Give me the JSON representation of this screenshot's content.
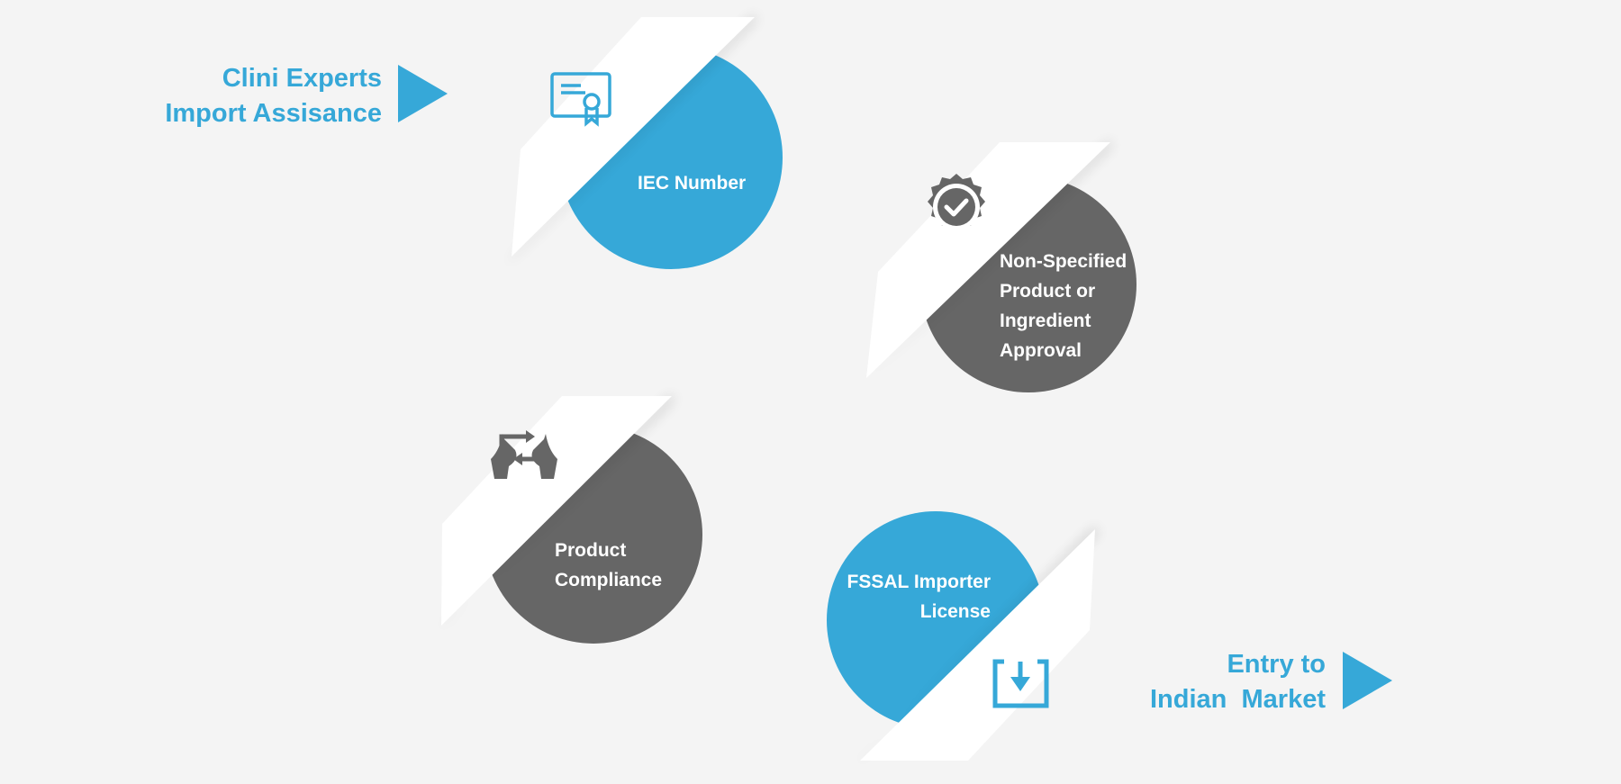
{
  "start_label": [
    "Clini Experts",
    "Import Assisance"
  ],
  "end_label": [
    "Entry to",
    "Indian  Market"
  ],
  "colors": {
    "blue": "#36a8d8",
    "gray": "#666666",
    "paper": "#ffffff",
    "background": "#f4f4f4"
  },
  "steps": [
    {
      "lines": [
        "IEC Number"
      ],
      "color": "blue",
      "icon": "certificate-icon"
    },
    {
      "lines": [
        "Non-Specified",
        "Product or",
        "Ingredient",
        "Approval"
      ],
      "color": "gray",
      "icon": "verified-badge-icon"
    },
    {
      "lines": [
        "Product",
        "Compliance"
      ],
      "color": "gray",
      "icon": "hands-exchange-icon"
    },
    {
      "lines": [
        "FSSAL Importer",
        "License"
      ],
      "color": "blue",
      "icon": "download-box-icon"
    }
  ]
}
